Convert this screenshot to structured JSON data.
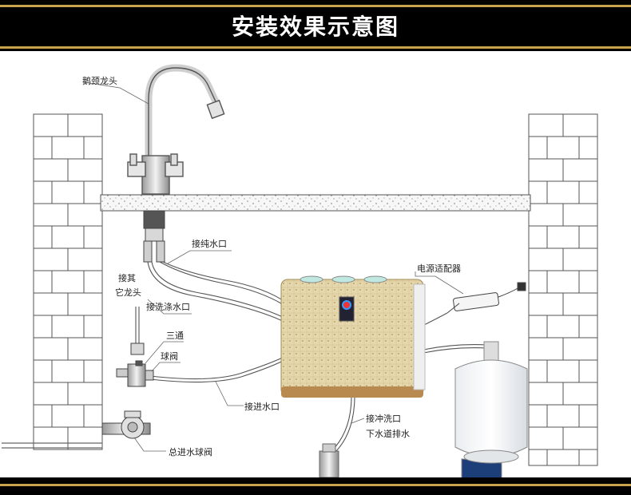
{
  "title": "安装效果示意图",
  "labels": {
    "gooseneck_faucet": "鹅颈龙头",
    "pure_water_port": "接纯水口",
    "other_faucet_1": "接其",
    "other_faucet_2": "它龙头",
    "rinse_water_port": "接洗涤水口",
    "three_way": "三通",
    "ball_valve": "球阀",
    "inlet_port": "接进水口",
    "main_inlet_valve": "总进水球阀",
    "power_adapter": "电源适配器",
    "flush_port": "接冲洗口",
    "drain": "下水道排水"
  }
}
